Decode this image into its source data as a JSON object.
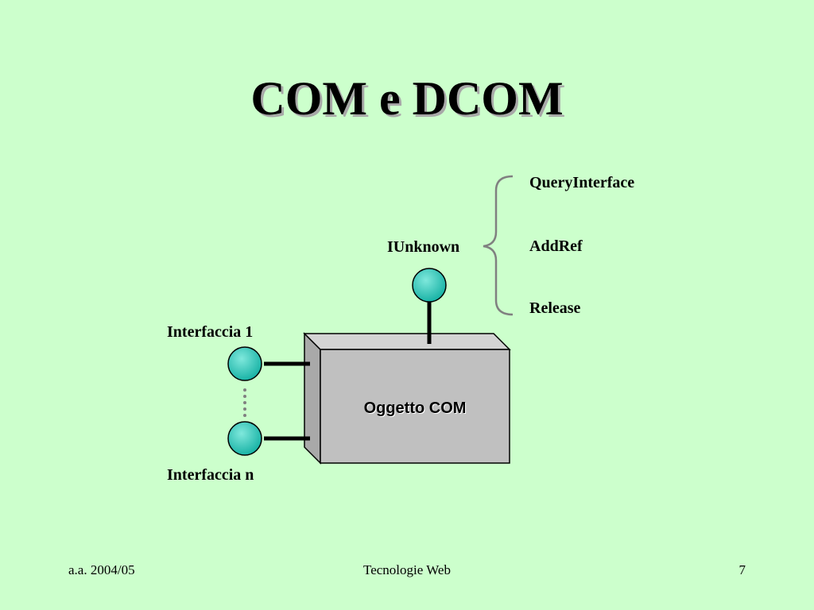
{
  "slide": {
    "title": "COM e DCOM"
  },
  "diagram": {
    "object_label": "Oggetto COM",
    "iunknown_label": "IUnknown",
    "methods": [
      "QueryInterface",
      "AddRef",
      "Release"
    ],
    "interface_first_label": "Interfaccia 1",
    "interface_last_label": "Interfaccia n",
    "colors": {
      "node_fill": "#1ab3a6",
      "node_highlight": "#7fe8dc",
      "box_front": "#c0c0c0",
      "box_side": "#a9a9a9",
      "box_top": "#d4d4d4",
      "brace": "#808080",
      "dots": "#808080"
    }
  },
  "footer": {
    "left": "a.a. 2004/05",
    "center": "Tecnologie Web",
    "right": "7"
  }
}
